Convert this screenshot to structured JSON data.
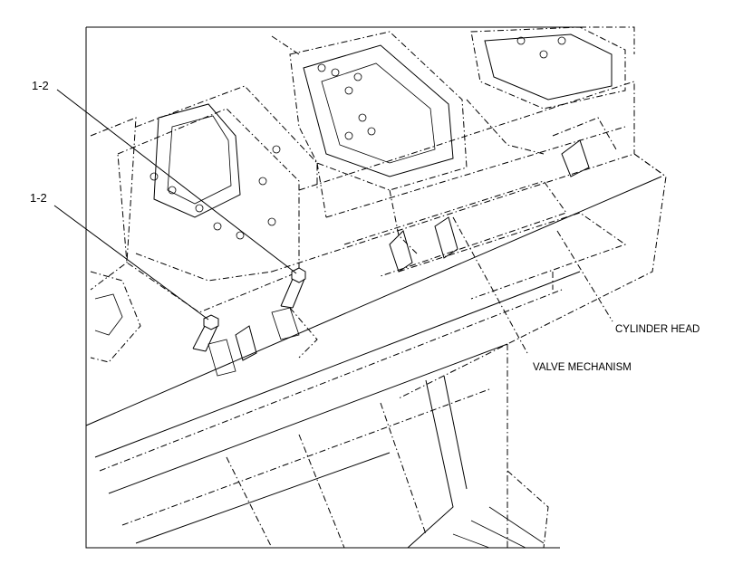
{
  "callouts": {
    "bolt_upper": "1-2",
    "bolt_lower": "1-2",
    "cylinder_head": "CYLINDER HEAD",
    "valve_mechanism": "VALVE MECHANISM"
  }
}
